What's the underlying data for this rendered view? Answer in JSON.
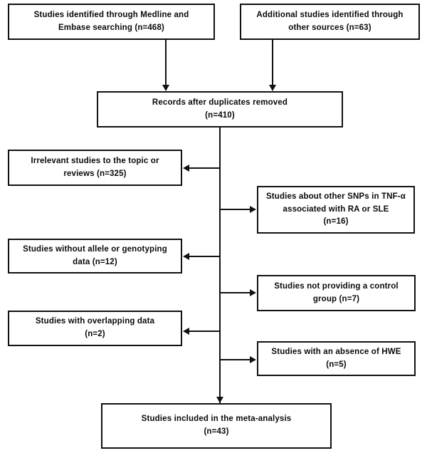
{
  "diagram": {
    "type": "prisma-flow-diagram",
    "title": "",
    "stroke_color": "#111111",
    "background_color": "#ffffff",
    "text_color": "#0a0a0a"
  },
  "nodes": {
    "source_medline": {
      "label": "Studies identified through Medline and\nEmbase searching  (n=468)",
      "count": 468
    },
    "source_other": {
      "label": "Additional studies identified through\nother sources (n=63)",
      "count": 63
    },
    "records_deduplicated": {
      "label": "Records after duplicates removed\n(n=410)",
      "count": 410
    },
    "exclude_irrelevant": {
      "label": "Irrelevant studies  to the topic or\nreviews (n=325)",
      "count": 325
    },
    "exclude_other_snps": {
      "label": "Studies about other SNPs in TNF-α\nassociated with RA or SLE\n(n=16)",
      "count": 16
    },
    "exclude_no_allele_data": {
      "label": "Studies without  allele or  genotyping\ndata  (n=12)",
      "count": 12
    },
    "exclude_no_control_group": {
      "label": "Studies not  providing a control\ngroup (n=7)",
      "count": 7
    },
    "exclude_overlapping": {
      "label": "Studies with  overlapping data\n(n=2)",
      "count": 2
    },
    "exclude_no_hwe": {
      "label": "Studies with an absence of HWE\n(n=5)",
      "count": 5
    },
    "included_final": {
      "label": "Studies  included  in the meta-analysis\n(n=43)",
      "count": 43
    }
  }
}
